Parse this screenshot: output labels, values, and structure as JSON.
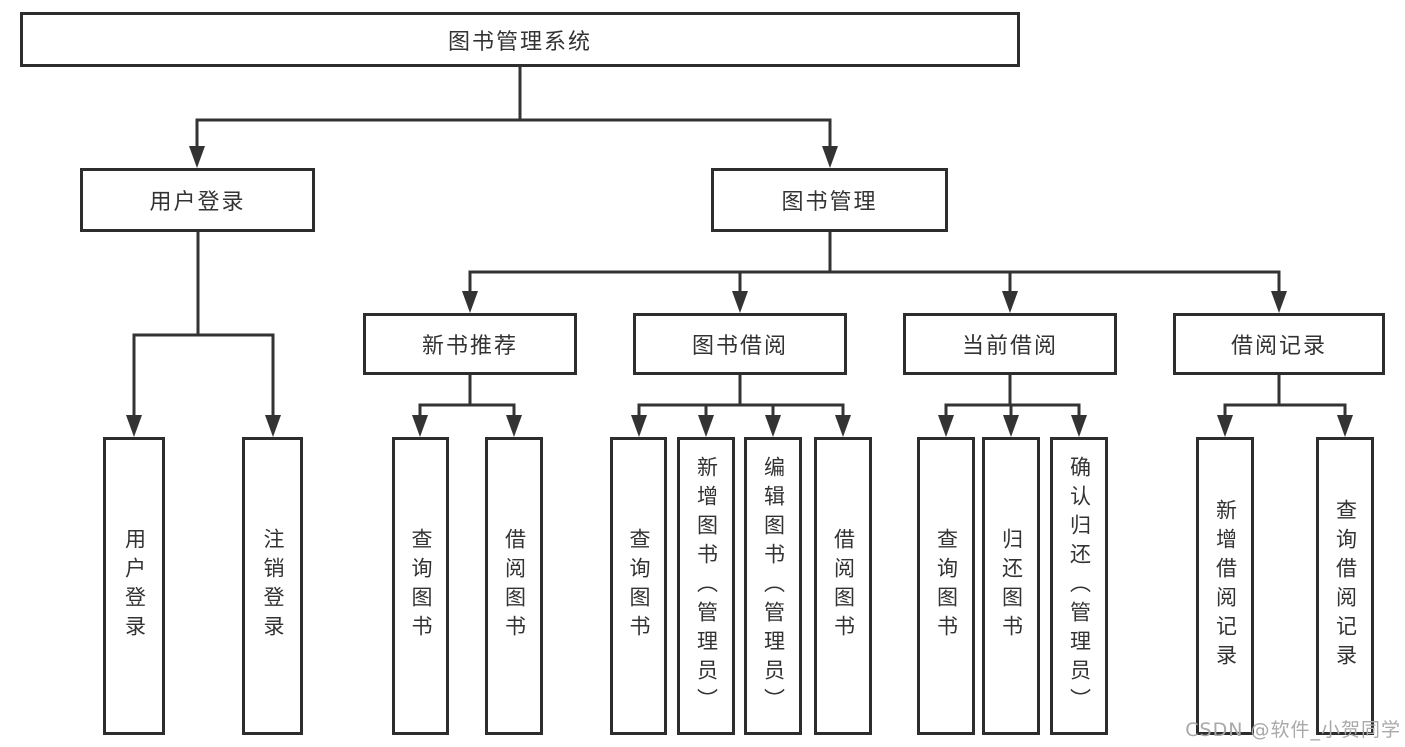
{
  "diagram": {
    "type": "hierarchy-tree",
    "root": {
      "label": "图书管理系统"
    },
    "level2": [
      {
        "id": "user-login",
        "label": "用户登录",
        "parent": "图书管理系统"
      },
      {
        "id": "book-management",
        "label": "图书管理",
        "parent": "图书管理系统"
      }
    ],
    "level3": [
      {
        "id": "new-book-recommend",
        "label": "新书推荐",
        "parent": "图书管理"
      },
      {
        "id": "book-borrow",
        "label": "图书借阅",
        "parent": "图书管理"
      },
      {
        "id": "current-borrow",
        "label": "当前借阅",
        "parent": "图书管理"
      },
      {
        "id": "borrow-records",
        "label": "借阅记录",
        "parent": "图书管理"
      }
    ],
    "leaves": [
      {
        "id": "leaf-user-login",
        "label": "用户登录",
        "parent": "用户登录"
      },
      {
        "id": "leaf-logout",
        "label": "注销登录",
        "parent": "用户登录"
      },
      {
        "id": "leaf-query-books-recommend",
        "label": "查询图书",
        "parent": "新书推荐"
      },
      {
        "id": "leaf-borrow-books-recommend",
        "label": "借阅图书",
        "parent": "新书推荐"
      },
      {
        "id": "leaf-query-books-borrow",
        "label": "查询图书",
        "parent": "图书借阅"
      },
      {
        "id": "leaf-add-books-admin",
        "label": "新增图书（管理员）",
        "parent": "图书借阅"
      },
      {
        "id": "leaf-edit-books-admin",
        "label": "编辑图书（管理员）",
        "parent": "图书借阅"
      },
      {
        "id": "leaf-borrow-books-borrow",
        "label": "借阅图书",
        "parent": "图书借阅"
      },
      {
        "id": "leaf-query-books-current",
        "label": "查询图书",
        "parent": "当前借阅"
      },
      {
        "id": "leaf-return-books",
        "label": "归还图书",
        "parent": "当前借阅"
      },
      {
        "id": "leaf-confirm-return-admin",
        "label": "确认归还（管理员）",
        "parent": "当前借阅"
      },
      {
        "id": "leaf-add-borrow-record",
        "label": "新增借阅记录",
        "parent": "借阅记录"
      },
      {
        "id": "leaf-query-borrow-record",
        "label": "查询借阅记录",
        "parent": "借阅记录"
      }
    ],
    "watermark": "CSDN @软件_小贺同学",
    "colors": {
      "line": "#333333",
      "box_border": "#2d2d2d",
      "box_fill": "#ffffff",
      "text": "#333333",
      "watermark": "#a9a9a9",
      "background": "#ffffff"
    }
  }
}
